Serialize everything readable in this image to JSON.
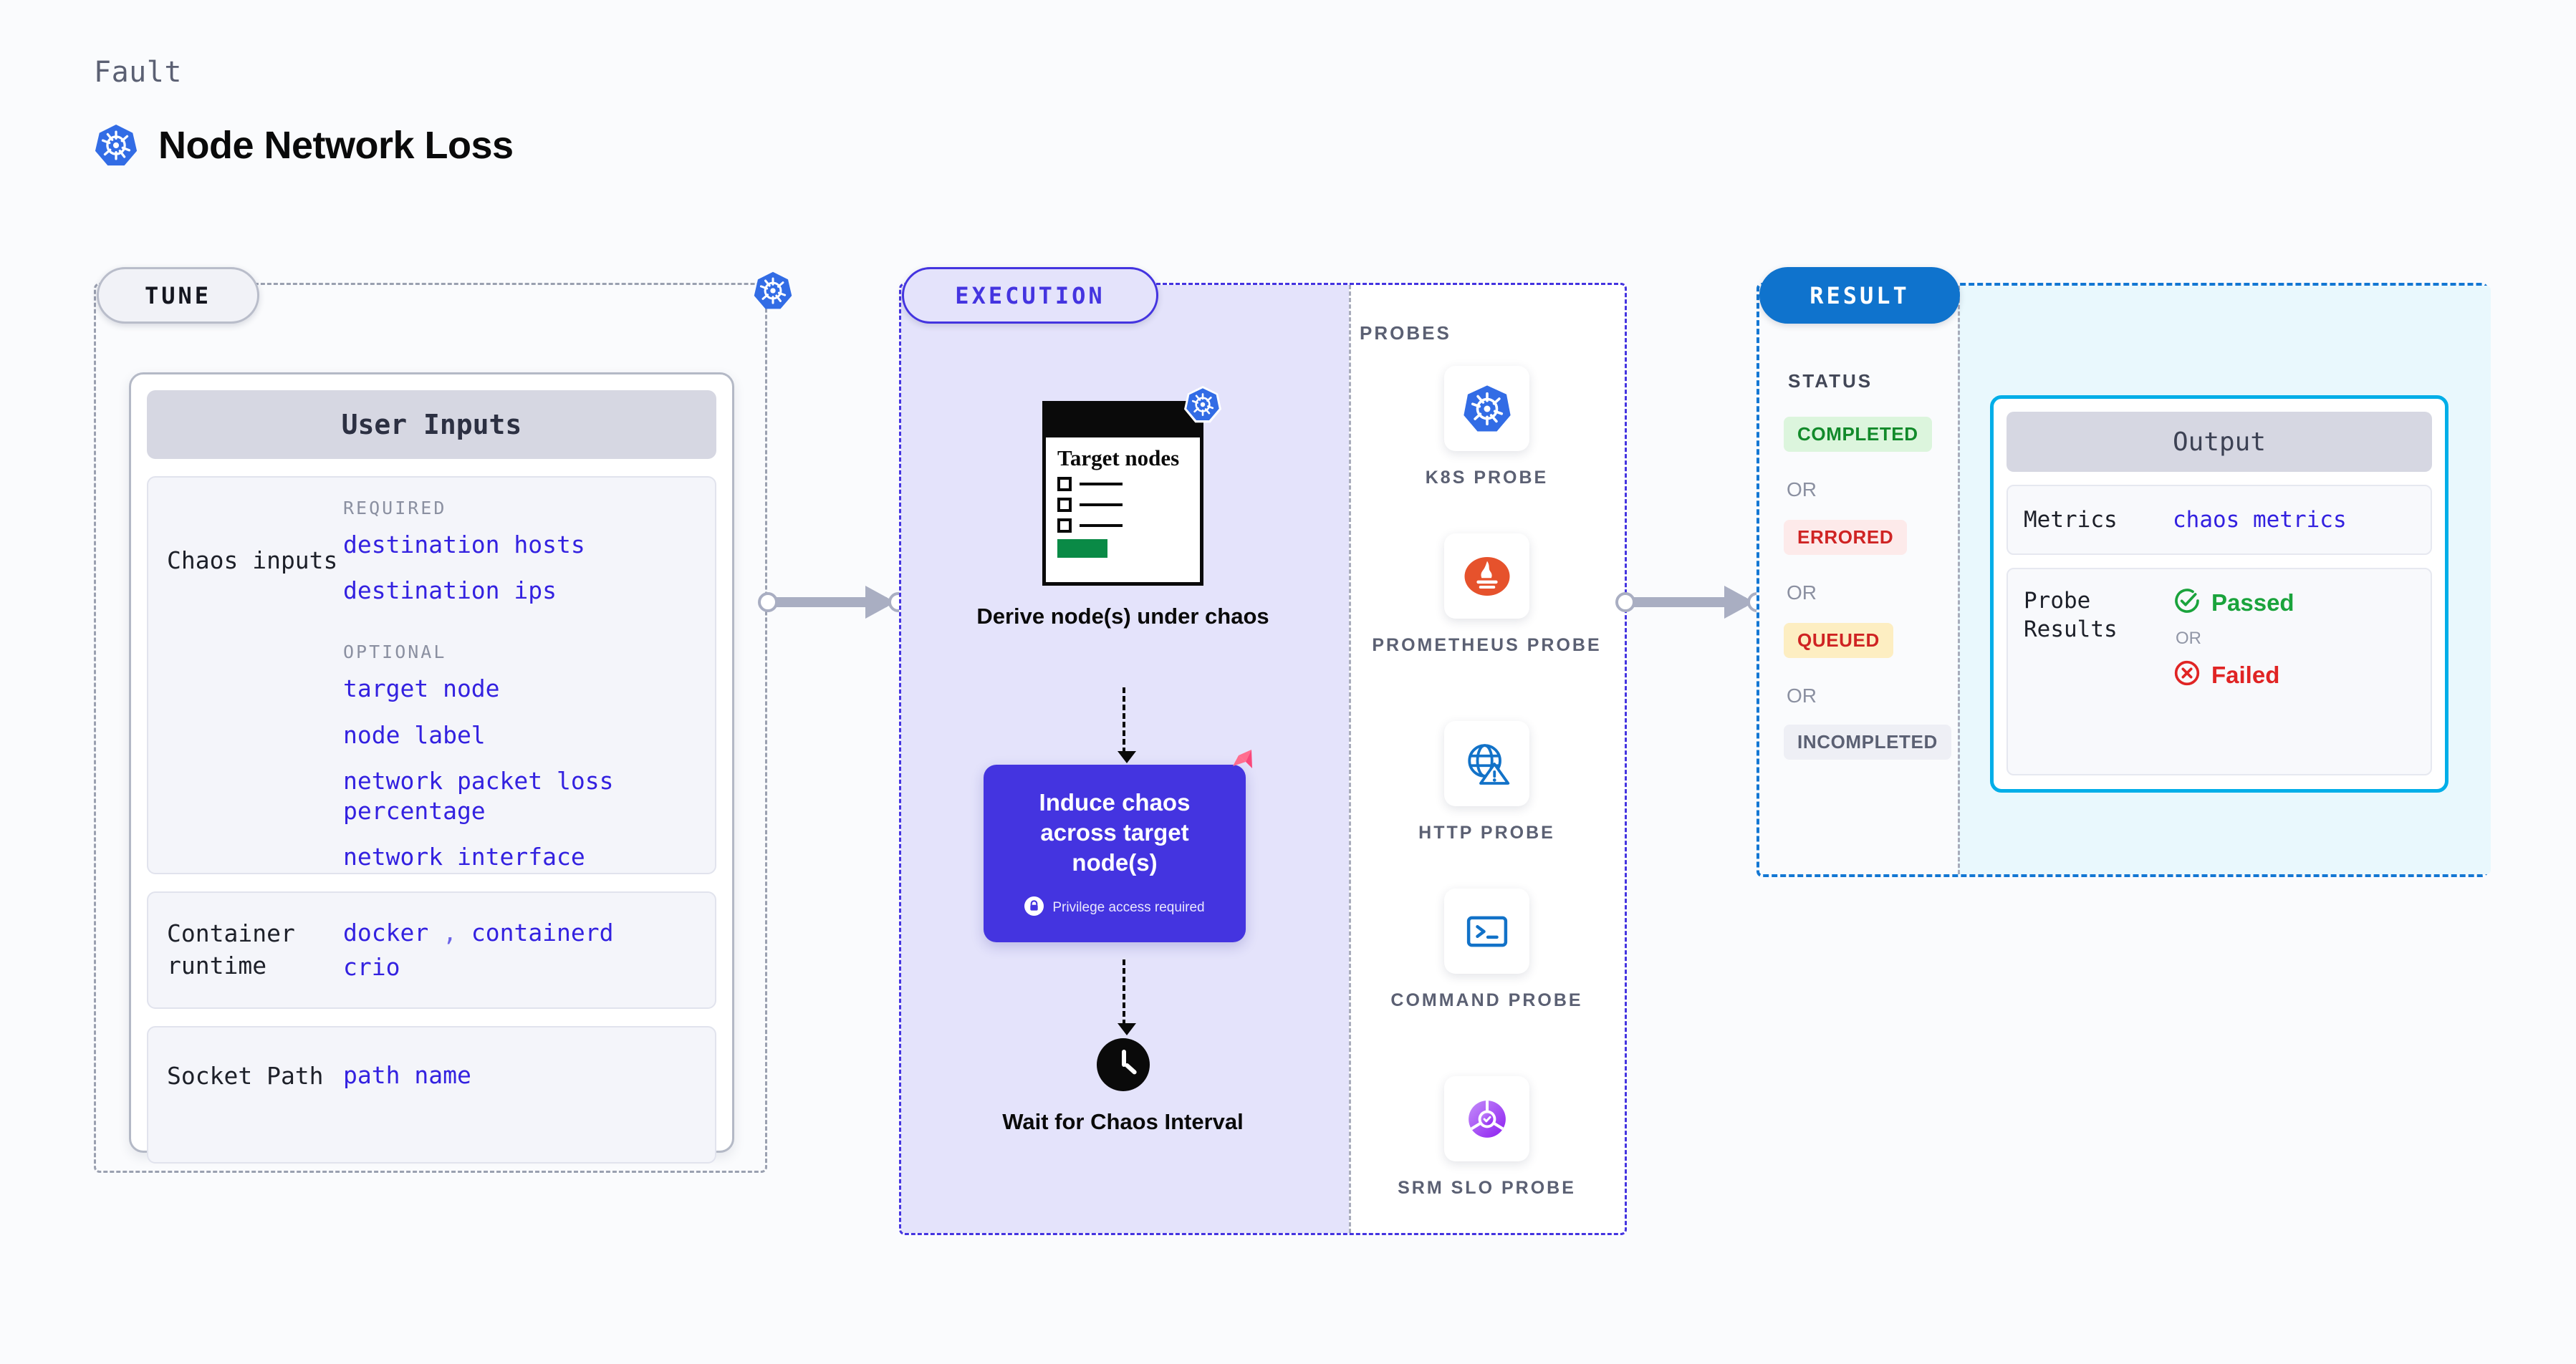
{
  "header": {
    "eyebrow": "Fault",
    "title": "Node Network Loss",
    "logo_icon": "kubernetes-icon"
  },
  "colors": {
    "accent_purple": "#4434e0",
    "accent_blue": "#0f73cd",
    "accent_cyan": "#00aee8",
    "code_blue": "#3321e0",
    "k8s_blue": "#326ce5",
    "muted": "#8b90a1"
  },
  "tune": {
    "pill_label": "TUNE",
    "k8s_badge_icon": "kubernetes-icon",
    "card_title": "User Inputs",
    "blocks": [
      {
        "label": "Chaos inputs",
        "groups": [
          {
            "caption": "REQUIRED",
            "values": [
              "destination hosts",
              "destination ips"
            ]
          },
          {
            "caption": "OPTIONAL",
            "values": [
              "target node",
              "node label",
              "network packet loss percentage",
              "network interface"
            ]
          }
        ]
      },
      {
        "label": "Container runtime",
        "inline_values": [
          "docker",
          "containerd",
          "crio"
        ],
        "separator": ","
      },
      {
        "label": "Socket Path",
        "values": [
          "path name"
        ]
      }
    ]
  },
  "execution": {
    "pill_label": "EXECUTION",
    "steps": [
      {
        "caption": "Derive node(s) under chaos",
        "doc_title": "Target nodes",
        "doc_badge_icon": "kubernetes-icon"
      },
      {
        "title": "Induce chaos across target node(s)",
        "privilege_note": "Privilege access required",
        "privilege_icon": "lock-icon",
        "corner_icon": "litmus-icon"
      },
      {
        "caption": "Wait for Chaos Interval",
        "icon": "clock-icon"
      }
    ],
    "probes_caption": "PROBES",
    "probes": [
      {
        "name": "K8S PROBE",
        "icon": "kubernetes-icon"
      },
      {
        "name": "PROMETHEUS PROBE",
        "icon": "prometheus-icon"
      },
      {
        "name": "HTTP PROBE",
        "icon": "globe-warning-icon"
      },
      {
        "name": "COMMAND PROBE",
        "icon": "terminal-icon"
      },
      {
        "name": "SRM SLO PROBE",
        "icon": "slo-donut-icon"
      }
    ]
  },
  "result": {
    "pill_label": "RESULT",
    "status_caption": "STATUS",
    "or_label": "OR",
    "statuses": [
      {
        "label": "COMPLETED",
        "bg": "#dcf5dd",
        "fg": "#128a2a"
      },
      {
        "label": "ERRORED",
        "bg": "#fdeaea",
        "fg": "#cf2323"
      },
      {
        "label": "QUEUED",
        "bg": "#fdeec2",
        "fg": "#cf2323"
      },
      {
        "label": "INCOMPLETED",
        "bg": "#eeeff5",
        "fg": "#5b6073"
      }
    ],
    "output": {
      "title": "Output",
      "rows": [
        {
          "label": "Metrics",
          "value": "chaos metrics"
        },
        {
          "label": "Probe Results",
          "pass_label": "Passed",
          "pass_icon": "check-circle-icon",
          "or_label": "OR",
          "fail_label": "Failed",
          "fail_icon": "x-circle-icon"
        }
      ]
    }
  }
}
